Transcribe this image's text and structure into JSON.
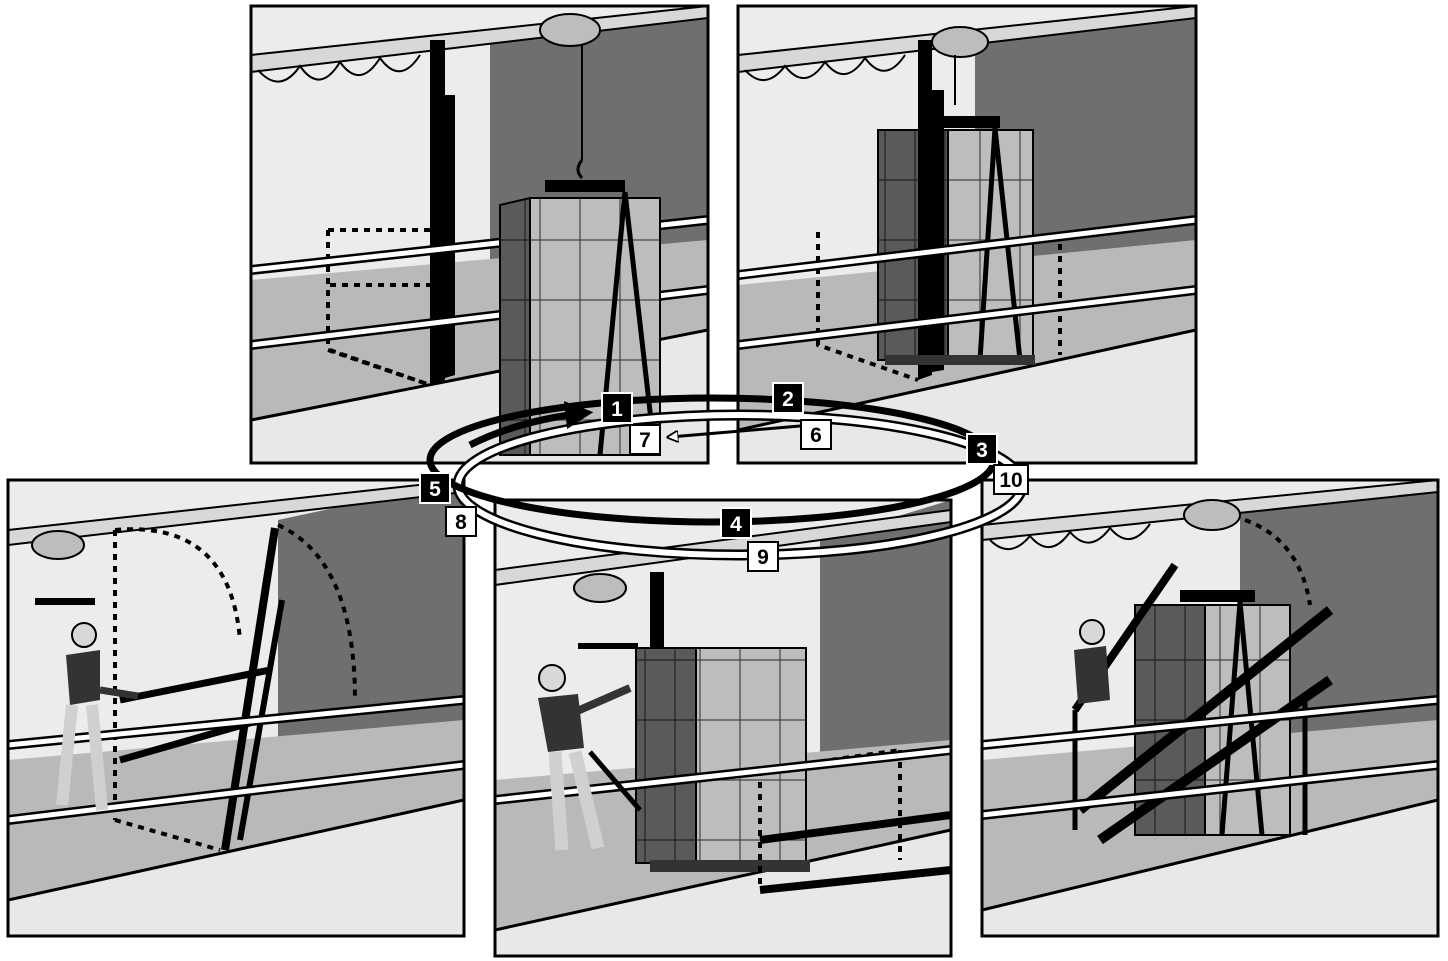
{
  "colors": {
    "background": "#ffffff",
    "wall_light": "#ececec",
    "wall_dark": "#6f6f6f",
    "floor": "#b9b9b9",
    "floor_dark": "#8a8a8a",
    "ink": "#000000",
    "box_light": "#bdbdbd",
    "box_dark": "#5a5a5a"
  },
  "panels": [
    {
      "id": "panel-1",
      "scene": "gate open, load hanging from hoist beside rail"
    },
    {
      "id": "panel-2",
      "scene": "load lowered inside open gate"
    },
    {
      "id": "panel-3",
      "scene": "gate swung closed around load"
    },
    {
      "id": "panel-4",
      "scene": "operator pulls pallet jack, gate closed"
    },
    {
      "id": "panel-5",
      "scene": "operator swings gate open"
    }
  ],
  "steps": {
    "forward": [
      "1",
      "2",
      "3",
      "4",
      "5"
    ],
    "reverse": [
      "6",
      "7",
      "8",
      "9",
      "10"
    ]
  }
}
